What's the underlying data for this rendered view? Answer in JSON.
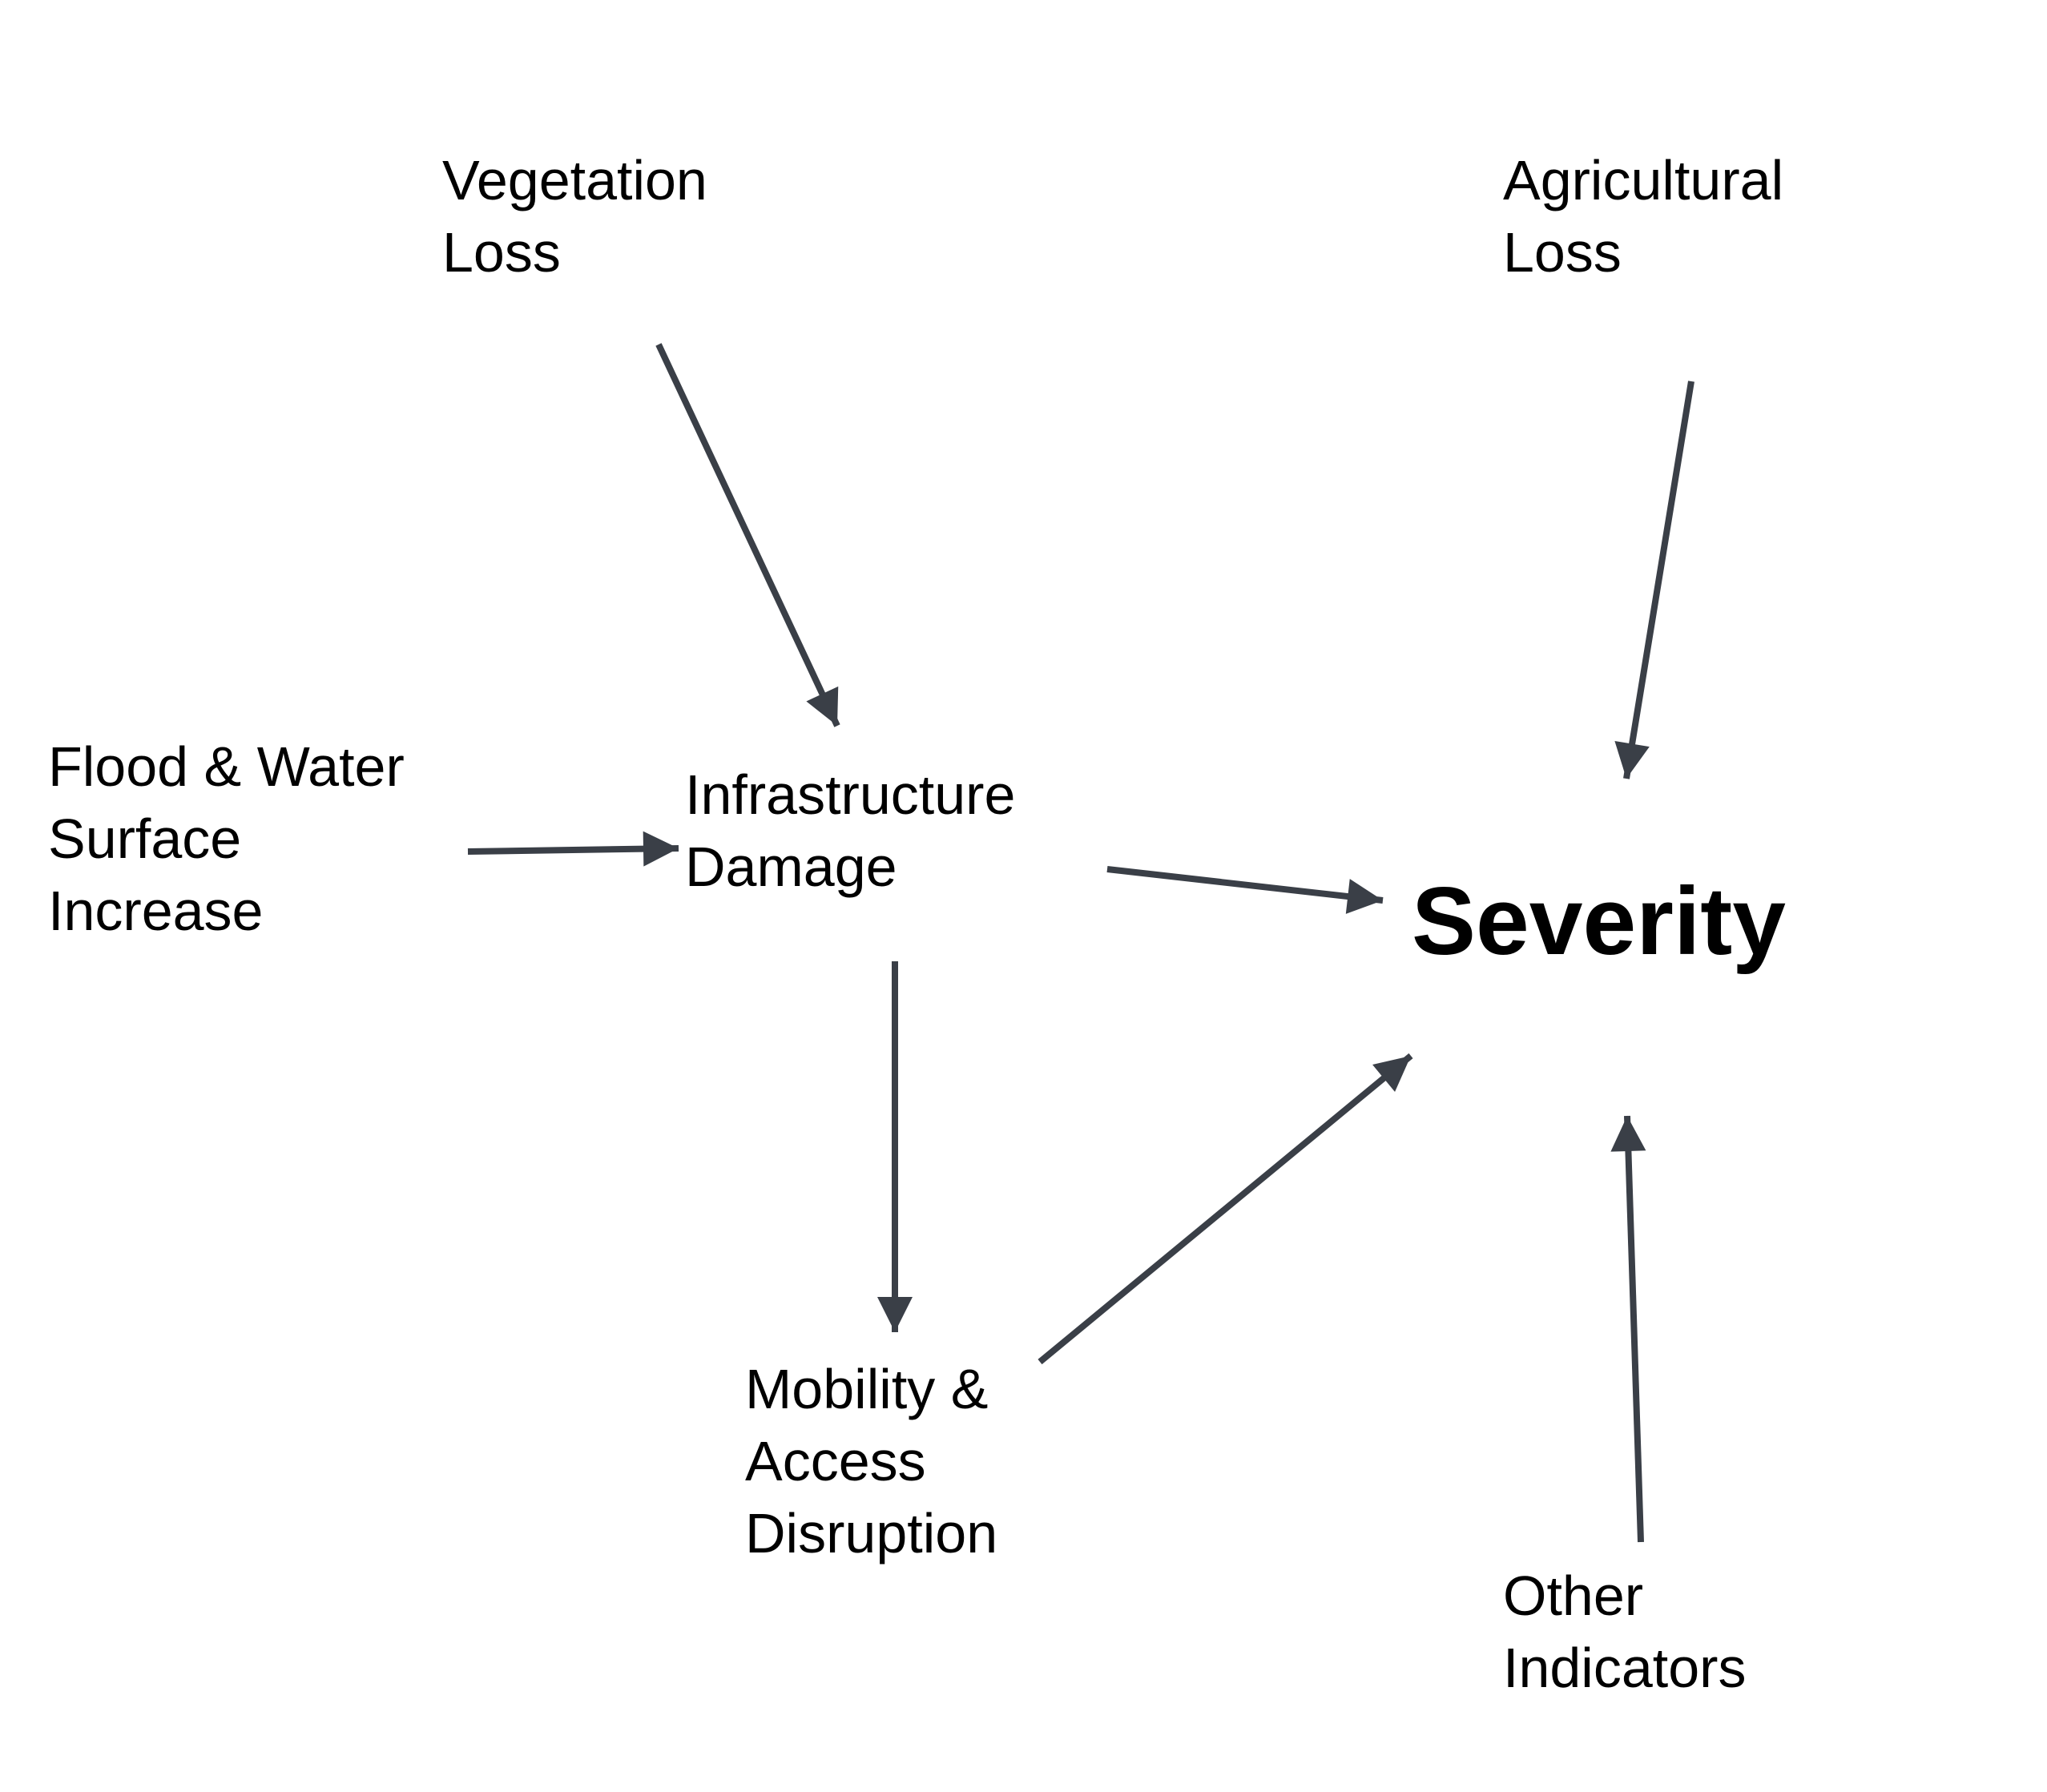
{
  "diagram": {
    "colors": {
      "edge": "#3a3f47",
      "text": "#000000",
      "background": "#ffffff"
    },
    "nodes": {
      "vegetation": {
        "lines": [
          "Vegetation",
          "Loss"
        ]
      },
      "agricultural": {
        "lines": [
          "Agricultural",
          "Loss"
        ]
      },
      "flood": {
        "lines": [
          "Flood & Water",
          "Surface",
          "Increase"
        ]
      },
      "infrastructure": {
        "lines": [
          "Infrastructure",
          "Damage"
        ]
      },
      "severity": {
        "lines": [
          "Severity"
        ]
      },
      "mobility": {
        "lines": [
          "Mobility &",
          "Access",
          "Disruption"
        ]
      },
      "other": {
        "lines": [
          "Other",
          "Indicators"
        ]
      }
    },
    "edges": [
      {
        "from": "vegetation",
        "to": "infrastructure"
      },
      {
        "from": "flood",
        "to": "infrastructure"
      },
      {
        "from": "infrastructure",
        "to": "severity"
      },
      {
        "from": "infrastructure",
        "to": "mobility"
      },
      {
        "from": "mobility",
        "to": "severity"
      },
      {
        "from": "agricultural",
        "to": "severity"
      },
      {
        "from": "other",
        "to": "severity"
      }
    ]
  }
}
